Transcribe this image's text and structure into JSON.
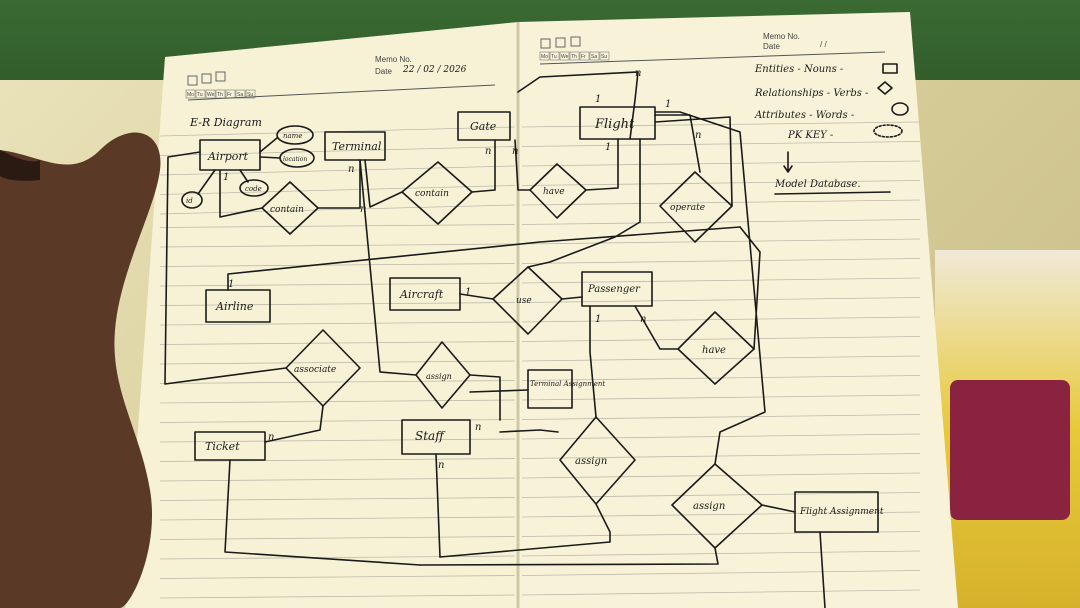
{
  "header": {
    "left": {
      "memo_label": "Memo No.",
      "date_label": "Date",
      "date_value": "22 / 02 / 2026",
      "weekdays": [
        "Mo",
        "Tu",
        "We",
        "Th",
        "Fr",
        "Sa",
        "Su"
      ]
    },
    "right": {
      "memo_label": "Memo No.",
      "date_label": "Date",
      "date_value": "/ /",
      "weekdays": [
        "Mo",
        "Tu",
        "We",
        "Th",
        "Fr",
        "Sa",
        "Su"
      ]
    }
  },
  "title": "E-R Diagram",
  "entities": {
    "airport": "Airport",
    "terminal": "Terminal",
    "gate": "Gate",
    "flight": "Flight",
    "airline": "Airline",
    "aircraft": "Aircraft",
    "passenger": "Passenger",
    "ticket": "Ticket",
    "staff": "Staff",
    "terminal_assignment": "Terminal Assignment",
    "flight_assignment": "Flight Assignment"
  },
  "attributes": {
    "name": "name",
    "location": "location",
    "code": "code",
    "id": "id"
  },
  "relationships": {
    "contain_airport": "contain",
    "contain_gate": "contain",
    "have_gate": "have",
    "operate": "operate",
    "use": "use",
    "have_passenger": "have",
    "associate": "associate",
    "assign_staff": "assign",
    "assign_passenger": "assign",
    "assign_flight": "assign"
  },
  "cardinality": {
    "one": "1",
    "many": "n"
  },
  "legend": {
    "entities": "Entities - Nouns -",
    "relationships": "Relationships - Verbs -",
    "attributes": "Attributes - Words -",
    "pk": "PK KEY -",
    "note": "Model Database."
  },
  "colors": {
    "paper": "#f7f2d6",
    "ink": "#1a1a1a",
    "rule": "#b8b5a8"
  }
}
